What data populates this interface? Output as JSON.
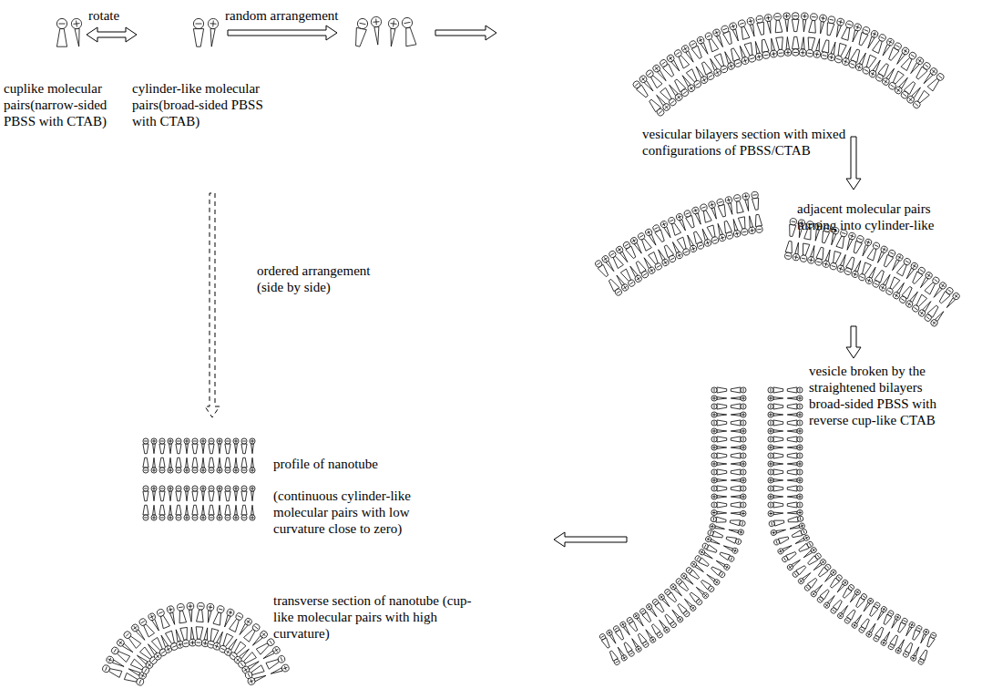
{
  "diagram": {
    "labels": [
      "rotate",
      "random arrangement",
      "cuplike molecular pairs(narrow-sided PBSS with CTAB)",
      "cylinder-like molecular pairs(broad-sided PBSS with CTAB)",
      "vesicular bilayers section with mixed configurations of PBSS/CTAB",
      "adjacent molecular pairs turning into cylinder-like",
      "ordered arrangement (side by side)",
      "vesicle broken by the straightened bilayers broad-sided PBSS with reverse cup-like CTAB",
      "profile of nanotube",
      "(continuous cylinder-like molecular pairs with low curvature close to zero)",
      "transverse section of nanotube (cup-like molecular pairs with high curvature)"
    ]
  }
}
